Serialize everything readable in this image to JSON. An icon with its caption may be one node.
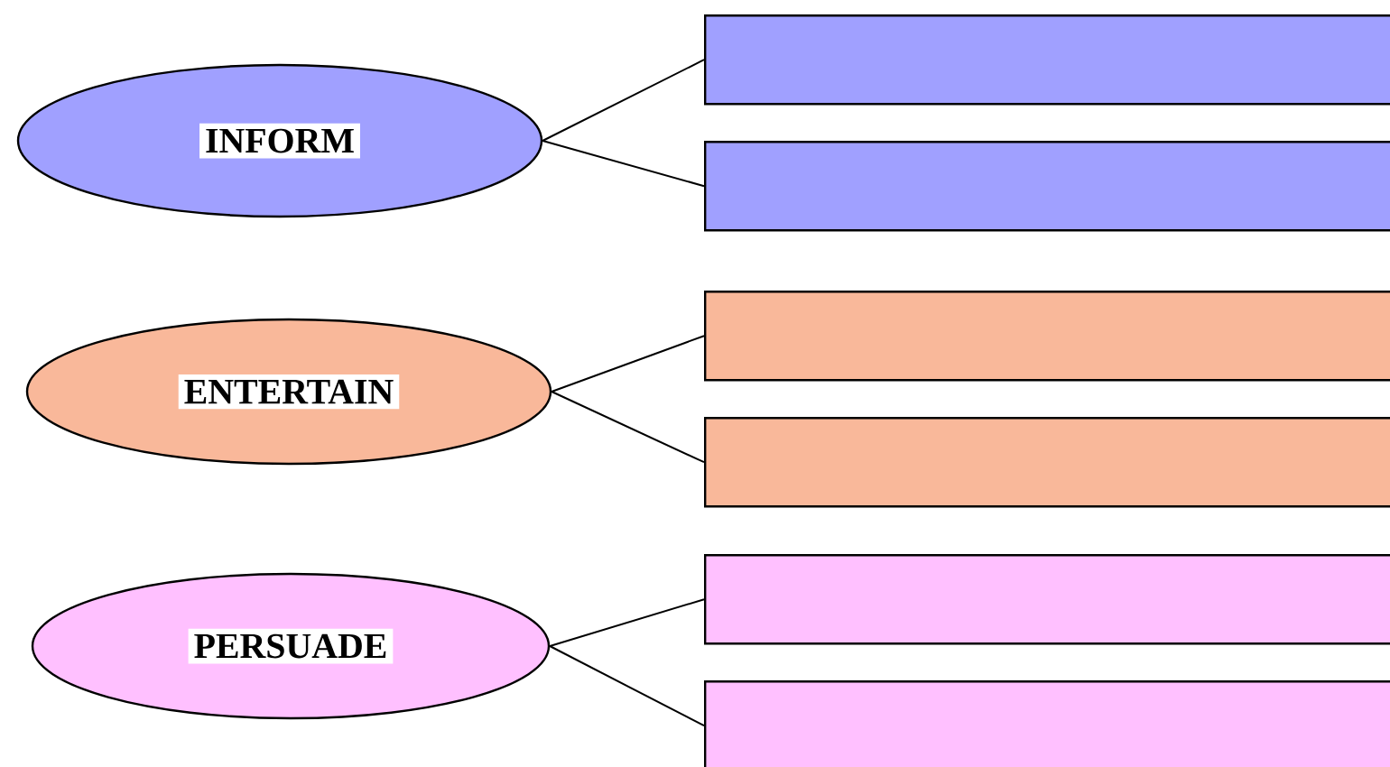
{
  "diagram": {
    "nodes": [
      {
        "text": [
          "INFORM"
        ]
      },
      {
        "text": [],
        "shape": "box"
      },
      {
        "text": [],
        "shape": "box"
      },
      {
        "text": [
          "ENTERTAIN"
        ]
      },
      {
        "text": [],
        "shape": "box"
      },
      {
        "text": [],
        "shape": "box"
      },
      {
        "text": [
          "PERSUADE"
        ]
      },
      {
        "text": [],
        "shape": "box"
      },
      {
        "text": [],
        "shape": "box"
      }
    ],
    "edges": [
      {
        "from": 0,
        "to": 1,
        "arrow": "none"
      },
      {
        "from": 0,
        "to": 2,
        "arrow": "none"
      },
      {
        "from": 3,
        "to": 4,
        "arrow": "none"
      },
      {
        "from": 3,
        "to": 5,
        "arrow": "none"
      },
      {
        "from": 6,
        "to": 7,
        "arrow": "none"
      },
      {
        "from": 6,
        "to": 8,
        "arrow": "none"
      }
    ]
  }
}
